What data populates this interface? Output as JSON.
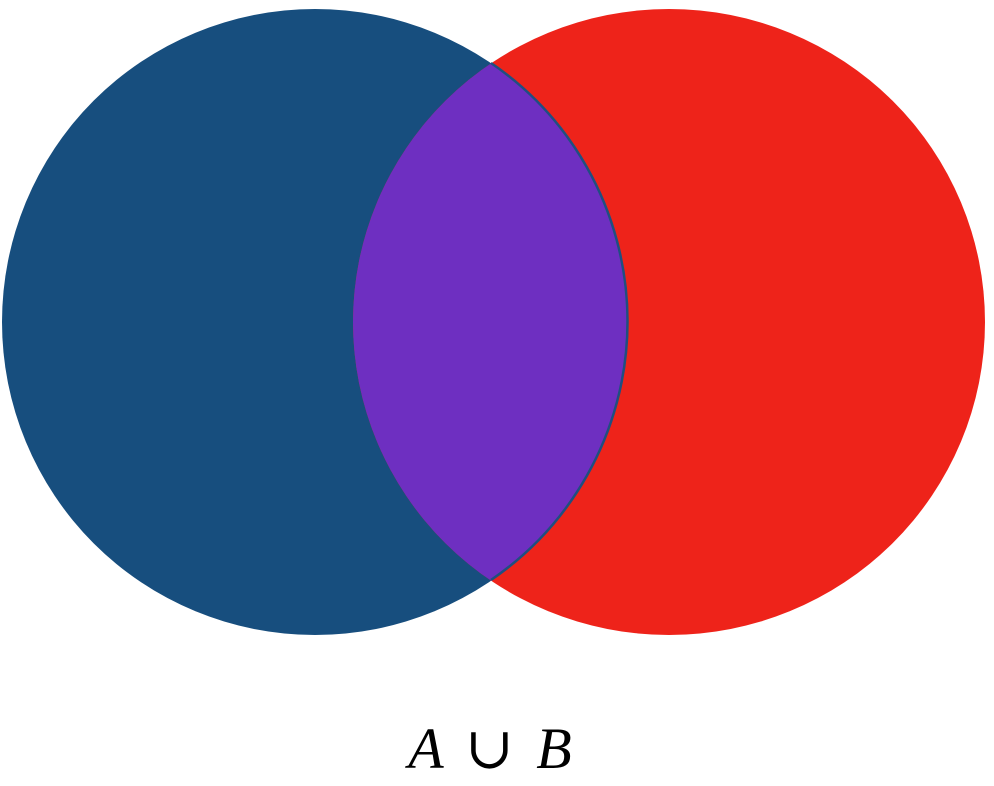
{
  "diagram": {
    "type": "venn",
    "caption": {
      "left": "A",
      "operator": "∪",
      "right": "B"
    },
    "sets": [
      {
        "id": "set-a",
        "color": "#174e7e"
      },
      {
        "id": "set-b",
        "color": "#ee231a"
      }
    ],
    "intersection_color": "#6e2fc1",
    "outline_color": "#1f4f80"
  }
}
